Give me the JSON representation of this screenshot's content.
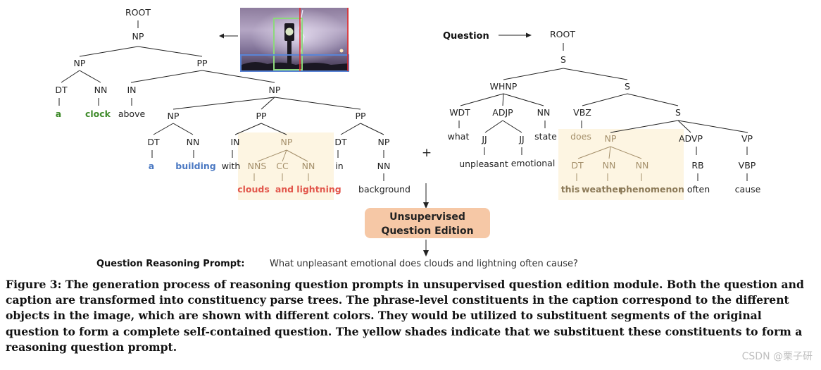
{
  "left_tree": {
    "root": "ROOT",
    "np_top": "NP",
    "np_left": "NP",
    "pp_top": "PP",
    "dt1": "DT",
    "nn1": "NN",
    "in1": "IN",
    "np_in": "NP",
    "w_a1": "a",
    "w_clock": "clock",
    "w_above": "above",
    "np_c": "NP",
    "pp_c": "PP",
    "pp_r": "PP",
    "dt2": "DT",
    "nn2": "NN",
    "in2": "IN",
    "np_y": "NP",
    "dt3": "DT",
    "np_r": "NP",
    "nns": "NNS",
    "cc": "CC",
    "nn3": "NN",
    "nn4": "NN",
    "w_a2": "a",
    "w_building": "building",
    "w_with": "with",
    "w_clouds": "clouds",
    "w_and": "and",
    "w_lightning": "lightning",
    "w_in": "in",
    "w_background": "background"
  },
  "right_tree": {
    "question_label": "Question",
    "root": "ROOT",
    "s_top": "S",
    "whnp": "WHNP",
    "s_mid": "S",
    "wdt": "WDT",
    "adjp": "ADJP",
    "nn_state": "NN",
    "vbz": "VBZ",
    "s_low": "S",
    "w_what": "what",
    "jj1": "JJ",
    "jj2": "JJ",
    "w_state": "state",
    "w_does": "does",
    "np_y": "NP",
    "advp": "ADVP",
    "vp": "VP",
    "w_unpleasant": "unpleasant",
    "w_emotional": "emotional",
    "dt": "DT",
    "nn1": "NN",
    "nn2": "NN",
    "rb": "RB",
    "vbp": "VBP",
    "w_this": "this",
    "w_weather": "weather",
    "w_phenomenon": "phenomenon",
    "w_often": "often",
    "w_cause": "cause"
  },
  "plus": "+",
  "unsupervised_box": {
    "line1": "Unsupervised",
    "line2": "Question Edition"
  },
  "prompt": {
    "label": "Question Reasoning Prompt:",
    "text": "What unpleasant emotional does clouds and lightning often cause?"
  },
  "caption": "Figure 3: The generation process of reasoning question prompts in unsupervised question edition module. Both the question and caption are transformed into constituency parse trees. The phrase-level constituents in the caption correspond to the different objects in the image, which are shown with different colors. They would be utilized to substituent segments of the original question to form a complete self-contained question. The yellow shades indicate that we substituent these constituents to form a reasoning question prompt.",
  "watermark": "CSDN @栗子研",
  "colors": {
    "shade": "#fdf5e2",
    "box": "#f6c8a6",
    "green": "#3e8a2a",
    "blue": "#4a78c2",
    "red": "#e2574c"
  }
}
